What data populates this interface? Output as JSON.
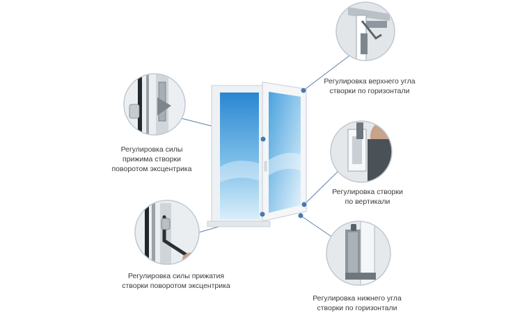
{
  "colors": {
    "connector": "#5a7fa8",
    "dot": "#4b78ad",
    "circle_border": "#bfc8d2",
    "frame": "#f2f4f6",
    "glass_top": "#2f8fd8",
    "glass_bottom": "#cfe8f8"
  },
  "callouts": [
    {
      "id": "top-right",
      "icon": "top-corner-hinge-photo",
      "lines": [
        "Регулировка верхнего угла",
        "створки по горизонтали"
      ]
    },
    {
      "id": "left-upper",
      "icon": "eccentric-pin-photo",
      "lines": [
        "Регулировка силы",
        "прижима створки",
        "поворотом эксцентрика"
      ]
    },
    {
      "id": "right-mid",
      "icon": "vertical-adjust-photo",
      "lines": [
        "Регулировка створки",
        "по вертикали"
      ]
    },
    {
      "id": "left-lower",
      "icon": "hex-key-eccentric-photo",
      "lines": [
        "Регулировка силы прижатия",
        "створки поворотом эксцентрика"
      ]
    },
    {
      "id": "right-low",
      "icon": "bottom-corner-hinge-photo",
      "lines": [
        "Регулировка нижнего угла",
        "створки по горизонтали"
      ]
    }
  ]
}
